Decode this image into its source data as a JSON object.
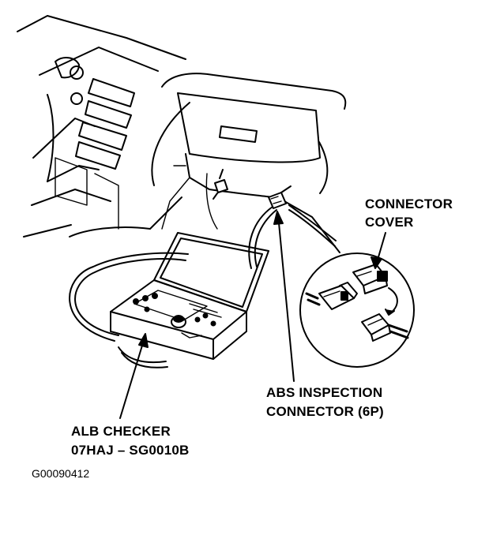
{
  "labels": {
    "connector_cover_line1": "CONNECTOR",
    "connector_cover_line2": "COVER",
    "abs_inspection_line1": "ABS INSPECTION",
    "abs_inspection_line2": "CONNECTOR (6P)",
    "alb_checker_line1": "ALB CHECKER",
    "alb_checker_line2": "07HAJ – SG0010B",
    "figure_code": "G00090412"
  },
  "colors": {
    "ink": "#000000",
    "background": "#ffffff"
  }
}
